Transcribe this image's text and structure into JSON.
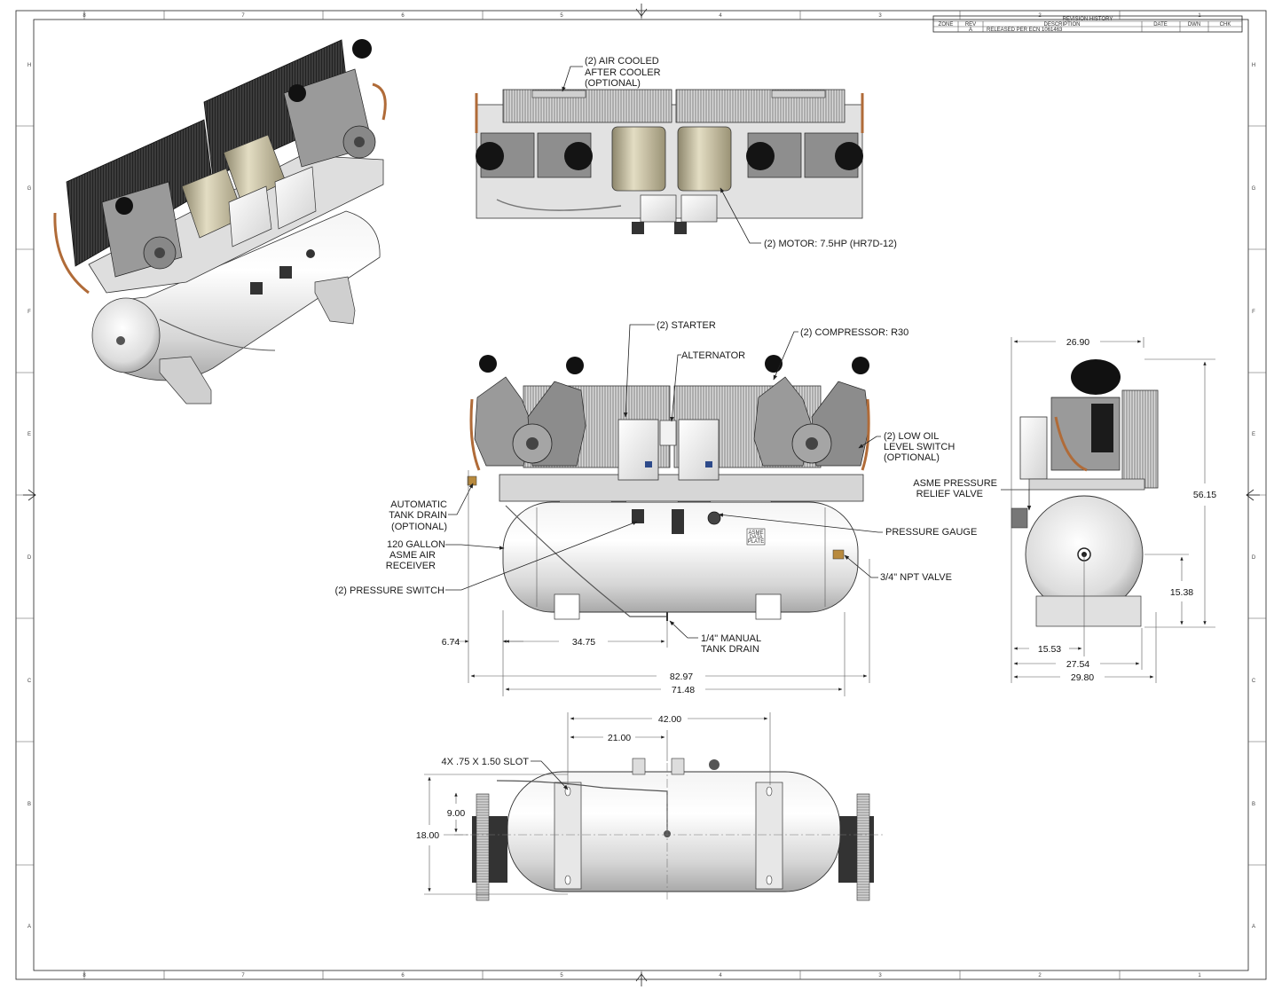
{
  "revision_block": {
    "title": "REVISION HISTORY",
    "headers": [
      "ZONE",
      "REV",
      "DESCRIPTION",
      "DATE",
      "DWN",
      "CHK"
    ],
    "row": [
      "",
      "A",
      "RELEASED PER ECN 1061463",
      "",
      "",
      ""
    ]
  },
  "border": {
    "columns": [
      "8",
      "7",
      "6",
      "5",
      "4",
      "3",
      "2",
      "1"
    ],
    "rows": [
      "H",
      "G",
      "F",
      "E",
      "D",
      "C",
      "B",
      "A"
    ]
  },
  "callouts": {
    "after_cooler": [
      "(2) AIR COOLED",
      "AFTER COOLER",
      "(OPTIONAL)"
    ],
    "motor": "(2) MOTOR: 7.5HP (HR7D-12)",
    "starter": "(2) STARTER",
    "alternator": "ALTERNATOR",
    "compressor": "(2) COMPRESSOR: R30",
    "low_oil": [
      "(2) LOW OIL",
      "LEVEL SWITCH",
      "(OPTIONAL)"
    ],
    "auto_drain": [
      "AUTOMATIC",
      "TANK DRAIN",
      "(OPTIONAL)"
    ],
    "receiver": [
      "120 GALLON",
      "ASME AIR",
      "RECEIVER"
    ],
    "pressure_switch": "(2) PRESSURE SWITCH",
    "pressure_gauge": "PRESSURE GAUGE",
    "npt_valve": "3/4\" NPT VALVE",
    "manual_drain": [
      "1/4\" MANUAL",
      "TANK DRAIN"
    ],
    "relief_valve": [
      "ASME PRESSURE",
      "RELIEF VALVE"
    ],
    "slot": "4X .75 X 1.50 SLOT",
    "nameplate": [
      "ASME",
      "DATA",
      "PLATE"
    ]
  },
  "dimensions": {
    "front_674": "6.74",
    "front_3475": "34.75",
    "front_8297": "82.97",
    "front_7148": "71.48",
    "side_2690": "26.90",
    "side_5615": "56.15",
    "side_1538": "15.38",
    "side_1553": "15.53",
    "side_2754": "27.54",
    "side_2980": "29.80",
    "top_4200": "42.00",
    "top_2100": "21.00",
    "top_900": "9.00",
    "top_1800": "18.00"
  }
}
